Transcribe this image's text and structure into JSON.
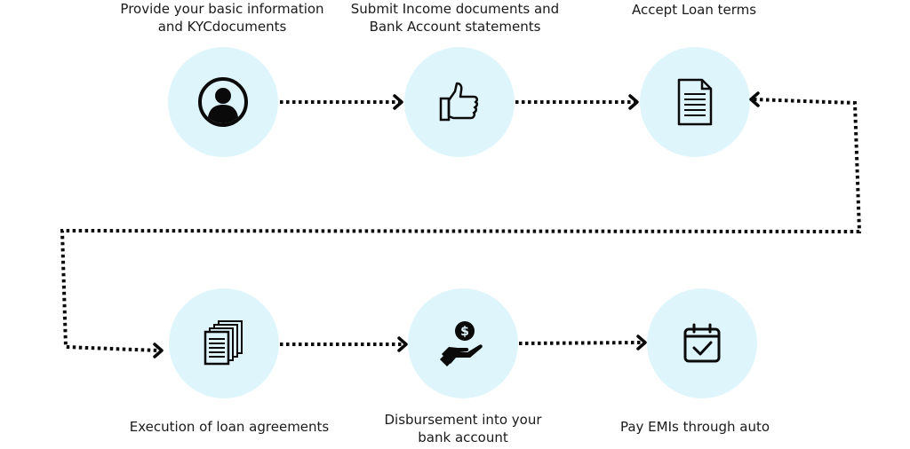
{
  "steps": [
    {
      "label_line1": "Provide your basic information",
      "label_line2": "and  KYCdocuments",
      "icon": "user-icon"
    },
    {
      "label_line1": "Submit Income documents and",
      "label_line2": "Bank Account statements",
      "icon": "thumbs-up-icon"
    },
    {
      "label_line1": "Accept Loan  terms",
      "label_line2": "",
      "icon": "document-icon"
    },
    {
      "label_line1": "Execution of loan agreements",
      "label_line2": "",
      "icon": "documents-stack-icon"
    },
    {
      "label_line1": "Disbursement into your",
      "label_line2": "bank account",
      "icon": "money-hand-icon"
    },
    {
      "label_line1": "Pay EMIs through auto",
      "label_line2": "",
      "icon": "calendar-check-icon"
    }
  ],
  "colors": {
    "circle": "#dff5fc",
    "line": "#0a0a0a"
  }
}
